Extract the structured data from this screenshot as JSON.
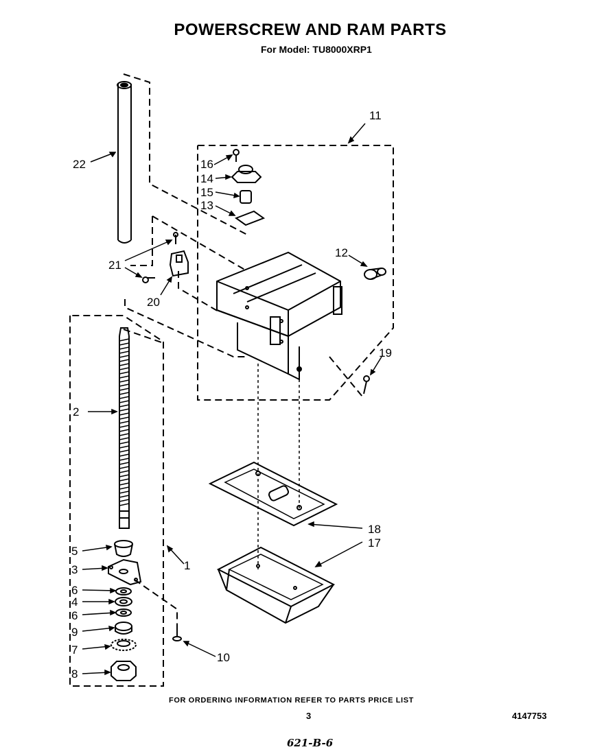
{
  "header": {
    "title": "POWERSCREW AND RAM PARTS",
    "subtitle": "For Model: TU8000XRP1"
  },
  "callouts": {
    "c1": "1",
    "c2": "2",
    "c3": "3",
    "c4": "4",
    "c5": "5",
    "c6a": "6",
    "c6b": "6",
    "c7": "7",
    "c8": "8",
    "c9": "9",
    "c10": "10",
    "c11": "11",
    "c12": "12",
    "c13": "13",
    "c14": "14",
    "c15": "15",
    "c16": "16",
    "c17": "17",
    "c18": "18",
    "c19": "19",
    "c20": "20",
    "c21": "21",
    "c22": "22"
  },
  "footer": {
    "ordering_note": "FOR ORDERING INFORMATION REFER TO PARTS PRICE LIST",
    "page_number": "3",
    "document_number": "4147753",
    "handwritten_code": "621-B-6"
  }
}
